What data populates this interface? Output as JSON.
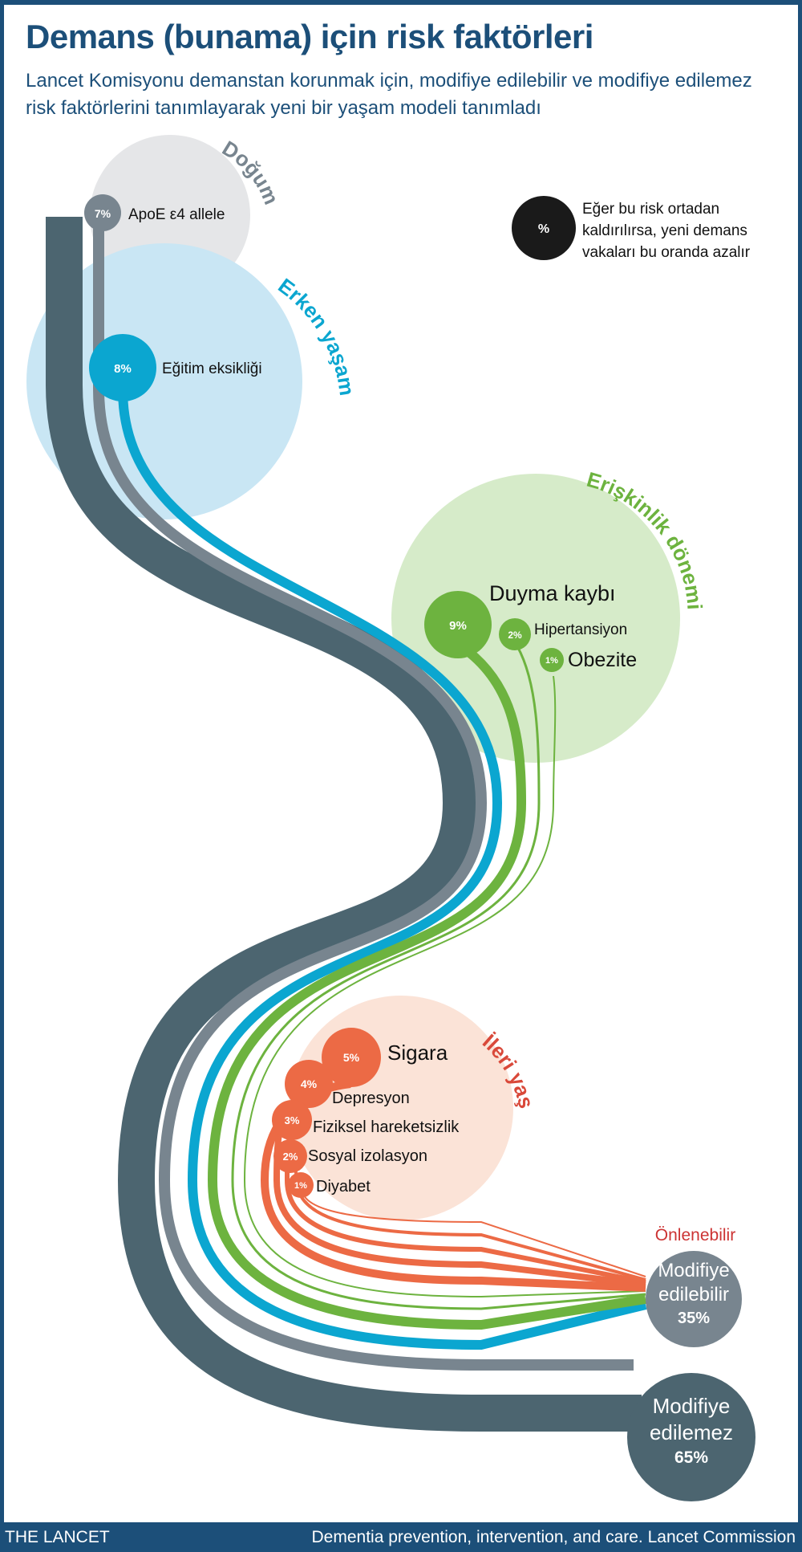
{
  "title": "Demans (bunama) için risk faktörleri",
  "subtitle": "Lancet Komisyonu demanstan korunmak için, modifiye edilebilir ve modifiye edilemez risk faktörlerini tanımlayarak yeni bir yaşam modeli tanımladı",
  "legend": {
    "symbol": "%",
    "lines": [
      "Eğer bu risk ortadan",
      "kaldırılırsa, yeni demans",
      "vakaları bu oranda azalır"
    ]
  },
  "stages": {
    "birth": "Doğum",
    "early": "Erken yaşam",
    "adult": "Erişkinlik dönemi",
    "late": "İleri yaş"
  },
  "factors": [
    {
      "label": "ApoE ε4 allele",
      "value": "7%"
    },
    {
      "label": "Eğitim eksikliği",
      "value": "8%"
    },
    {
      "label": "Duyma kaybı",
      "value": "9%"
    },
    {
      "label": "Hipertansiyon",
      "value": "2%"
    },
    {
      "label": "Obezite",
      "value": "1%"
    },
    {
      "label": "Sigara",
      "value": "5%"
    },
    {
      "label": "Depresyon",
      "value": "4%"
    },
    {
      "label": "Fiziksel hareketsizlik",
      "value": "3%"
    },
    {
      "label": "Sosyal izolasyon",
      "value": "2%"
    },
    {
      "label": "Diyabet",
      "value": "1%"
    }
  ],
  "outcomes": {
    "preventable_label": "Önlenebilir",
    "modifiable": {
      "line1": "Modifiye",
      "line2": "edilebilir",
      "value": "35%"
    },
    "non_modifiable": {
      "line1": "Modifiye",
      "line2": "edilemez",
      "value": "65%"
    }
  },
  "colors": {
    "dark": "#4c6570",
    "gray": "#78858f",
    "blue": "#0ba6d0",
    "green": "#6db33f",
    "orange": "#ec6a45",
    "navy": "#1c4f79",
    "birth_bg": "#e5e6e8",
    "early_bg": "#c9e6f4",
    "adult_bg": "#d6ebc9",
    "late_bg": "#fbe3d7"
  },
  "footer": {
    "left": "THE LANCET",
    "right": "Dementia prevention, intervention, and care. Lancet Commission"
  }
}
